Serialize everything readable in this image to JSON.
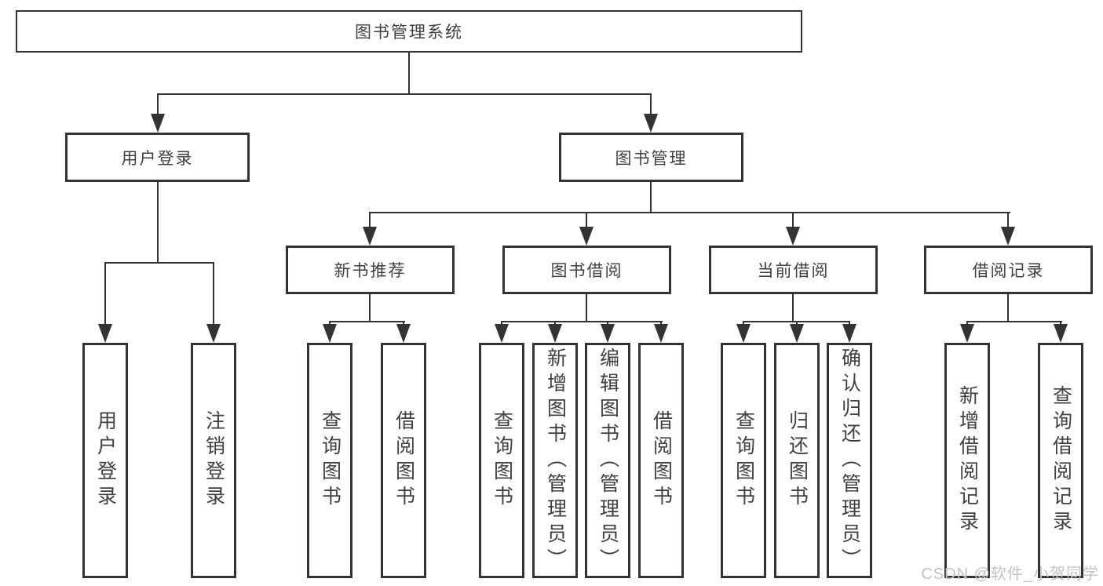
{
  "tree": {
    "root": {
      "label": "图书管理系统"
    },
    "branches": [
      {
        "label": "用户登录",
        "children": [
          {
            "label": "用户登录"
          },
          {
            "label": "注销登录"
          }
        ]
      },
      {
        "label": "图书管理",
        "children": [
          {
            "label": "新书推荐",
            "children": [
              {
                "label": "查询图书"
              },
              {
                "label": "借阅图书"
              }
            ]
          },
          {
            "label": "图书借阅",
            "children": [
              {
                "label": "查询图书"
              },
              {
                "label": "新增图书（管理员）"
              },
              {
                "label": "编辑图书（管理员）"
              },
              {
                "label": "借阅图书"
              }
            ]
          },
          {
            "label": "当前借阅",
            "children": [
              {
                "label": "查询图书"
              },
              {
                "label": "归还图书"
              },
              {
                "label": "确认归还（管理员）"
              }
            ]
          },
          {
            "label": "借阅记录",
            "children": [
              {
                "label": "新增借阅记录"
              },
              {
                "label": "查询借阅记录"
              }
            ]
          }
        ]
      }
    ]
  },
  "watermark": {
    "text": "CSDN @软件_小贺同学"
  },
  "colors": {
    "line": "#333333",
    "text": "#3f3f3f",
    "watermark": "#c3c3c3",
    "background": "#ffffff"
  }
}
